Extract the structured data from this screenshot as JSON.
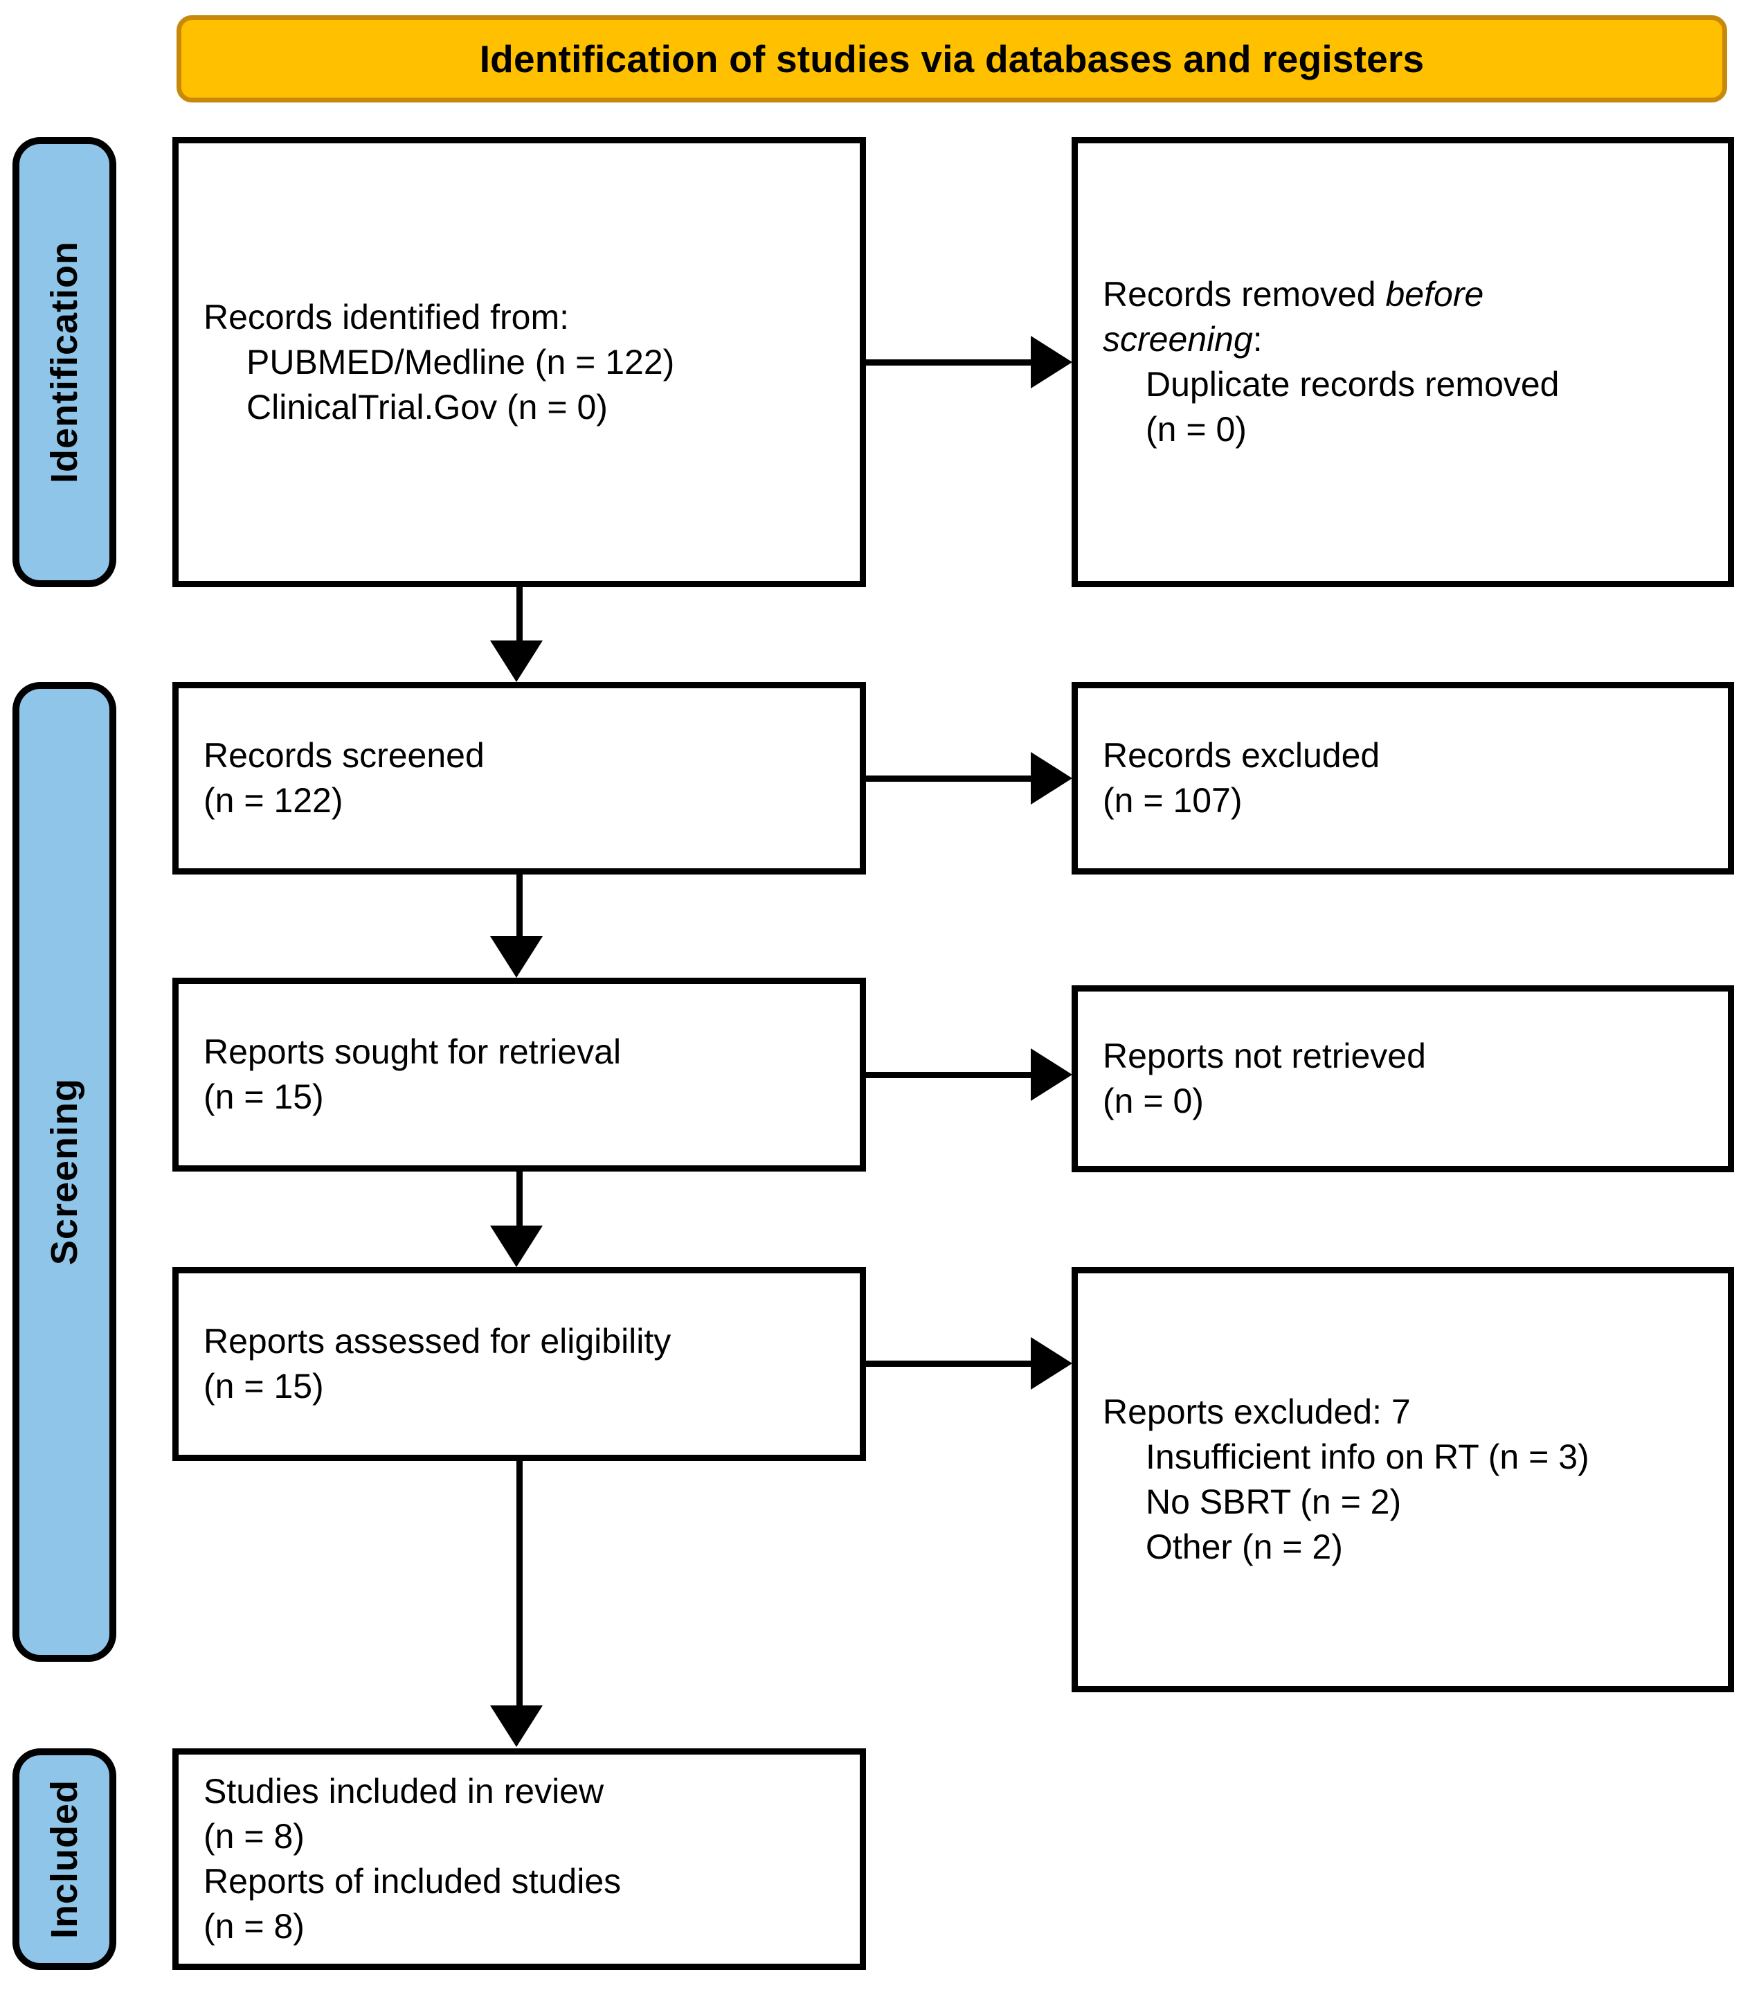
{
  "header": {
    "title": "Identification of studies via databases and registers"
  },
  "colors": {
    "header_fill": "#FFC000",
    "header_border": "#C8890A",
    "stage_fill": "#8FC5E8",
    "stage_border": "#000000",
    "box_border": "#000000",
    "text": "#000000",
    "background": "#FFFFFF"
  },
  "stages": [
    {
      "id": "identification",
      "label": "Identification"
    },
    {
      "id": "screening",
      "label": "Screening"
    },
    {
      "id": "included",
      "label": "Included"
    }
  ],
  "boxes": {
    "identified": {
      "lines": [
        "Records identified from:",
        "PUBMED/Medline (n = 122)",
        "ClinicalTrial.Gov (n = 0)"
      ]
    },
    "removed_before_screening": {
      "line1_prefix": "Records removed ",
      "line1_italic": "before",
      "line2_italic": "screening",
      "line2_suffix": ":",
      "line3": "Duplicate records removed",
      "line4": "(n = 0)"
    },
    "records_screened": {
      "line1": "Records screened",
      "line2": "(n = 122)"
    },
    "records_excluded": {
      "line1": "Records excluded",
      "line2": "(n = 107)"
    },
    "reports_sought": {
      "line1": "Reports sought for retrieval",
      "line2": "(n = 15)"
    },
    "reports_not_retrieved": {
      "line1": "Reports not retrieved",
      "line2": "(n = 0)"
    },
    "reports_assessed": {
      "line1": "Reports assessed for eligibility",
      "line2": "(n = 15)"
    },
    "reports_excluded": {
      "line1": "Reports excluded: 7",
      "line2": "Insufficient info on RT (n = 3)",
      "line3": "No SBRT (n = 2)",
      "line4": "Other (n = 2)"
    },
    "studies_included": {
      "line1": "Studies included in review",
      "line2": "(n = 8)",
      "line3": "Reports of included studies",
      "line4": "(n = 8)"
    }
  },
  "chart_data": {
    "type": "diagram",
    "title": "Identification of studies via databases and registers",
    "flow": [
      {
        "stage": "Identification",
        "node": "Records identified from: PUBMED/Medline",
        "n": 122
      },
      {
        "stage": "Identification",
        "node": "Records identified from: ClinicalTrial.Gov",
        "n": 0
      },
      {
        "stage": "Identification",
        "node": "Duplicate records removed before screening",
        "n": 0
      },
      {
        "stage": "Screening",
        "node": "Records screened",
        "n": 122
      },
      {
        "stage": "Screening",
        "node": "Records excluded",
        "n": 107
      },
      {
        "stage": "Screening",
        "node": "Reports sought for retrieval",
        "n": 15
      },
      {
        "stage": "Screening",
        "node": "Reports not retrieved",
        "n": 0
      },
      {
        "stage": "Screening",
        "node": "Reports assessed for eligibility",
        "n": 15
      },
      {
        "stage": "Screening",
        "node": "Reports excluded",
        "n": 7
      },
      {
        "stage": "Screening",
        "node": "Reports excluded: Insufficient info on RT",
        "n": 3
      },
      {
        "stage": "Screening",
        "node": "Reports excluded: No SBRT",
        "n": 2
      },
      {
        "stage": "Screening",
        "node": "Reports excluded: Other",
        "n": 2
      },
      {
        "stage": "Included",
        "node": "Studies included in review",
        "n": 8
      },
      {
        "stage": "Included",
        "node": "Reports of included studies",
        "n": 8
      }
    ]
  }
}
